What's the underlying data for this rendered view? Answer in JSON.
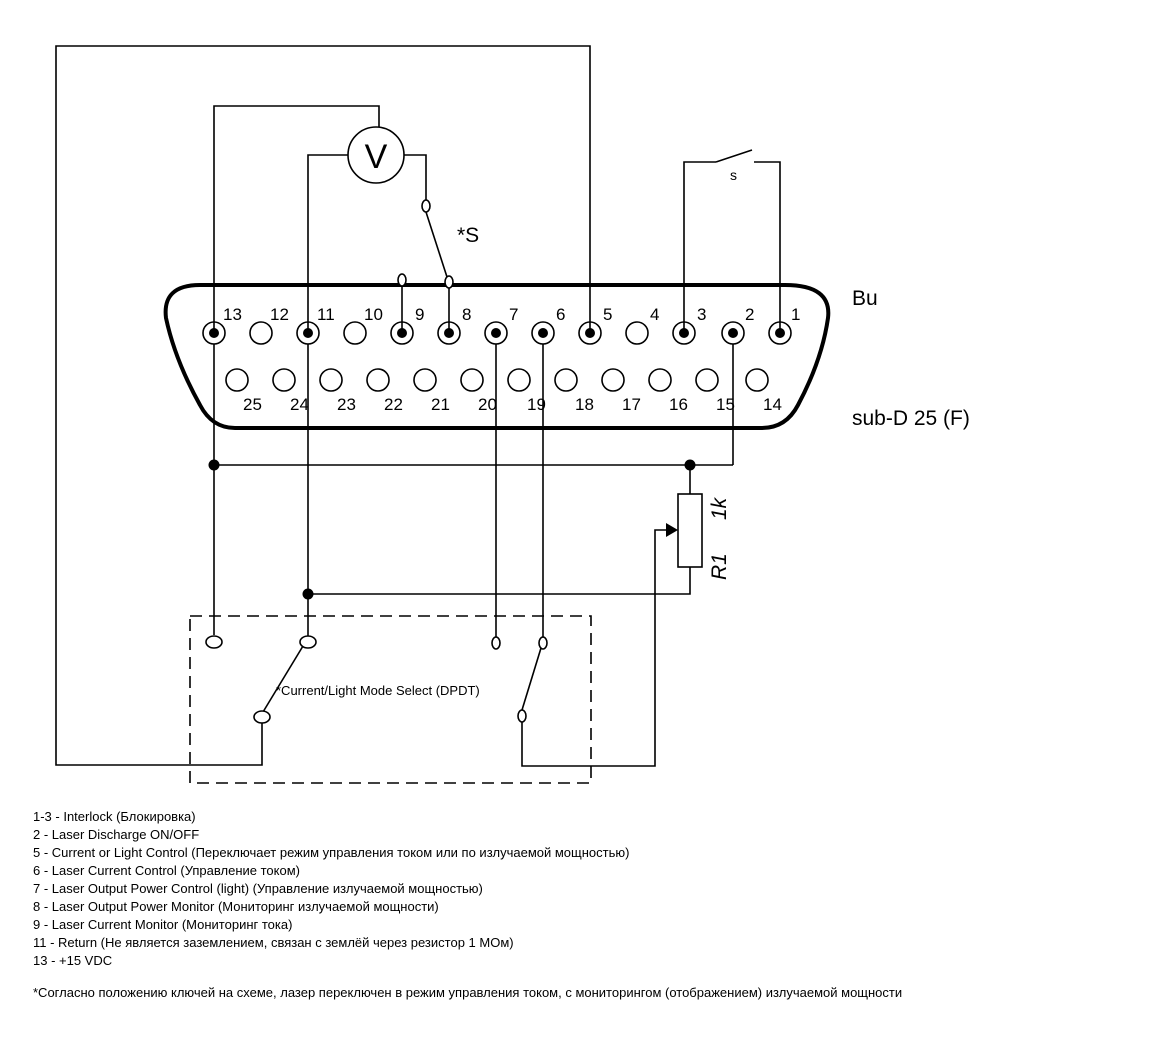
{
  "connector": {
    "name": "Bu",
    "type": "sub-D 25 (F)",
    "top_pins": [
      "13",
      "12",
      "11",
      "10",
      "9",
      "8",
      "7",
      "6",
      "5",
      "4",
      "3",
      "2",
      "1"
    ],
    "bottom_pins": [
      "25",
      "24",
      "23",
      "22",
      "21",
      "20",
      "19",
      "18",
      "17",
      "16",
      "15",
      "14"
    ]
  },
  "voltmeter_label": "V",
  "switch_s_label": "s",
  "switch_star_s_label": "*S",
  "resistor": {
    "name": "R1",
    "value": "1k"
  },
  "dpdt_label": "*Current/Light Mode Select (DPDT)",
  "notes": [
    "1-3 - Interlock (Блокировка)",
    "2 - Laser Discharge ON/OFF",
    "5 - Current or Light Control (Переключает режим управления током или по излучаемой мощностью)",
    "6 - Laser Current Control (Управление током)",
    "7 - Laser Output Power Control (light) (Управление излучаемой мощностью)",
    "8 - Laser Output Power Monitor (Мониторинг излучаемой мощности)",
    "9 - Laser Current Monitor (Мониторинг тока)",
    "11 - Return (Не является заземлением, связан с землёй через резистор 1 МОм)",
    "13 - +15 VDC"
  ],
  "footnote": "*Согласно положению ключей на схеме, лазер переключен в режим управления током, с мониторингом (отображением) излучаемой мощности"
}
